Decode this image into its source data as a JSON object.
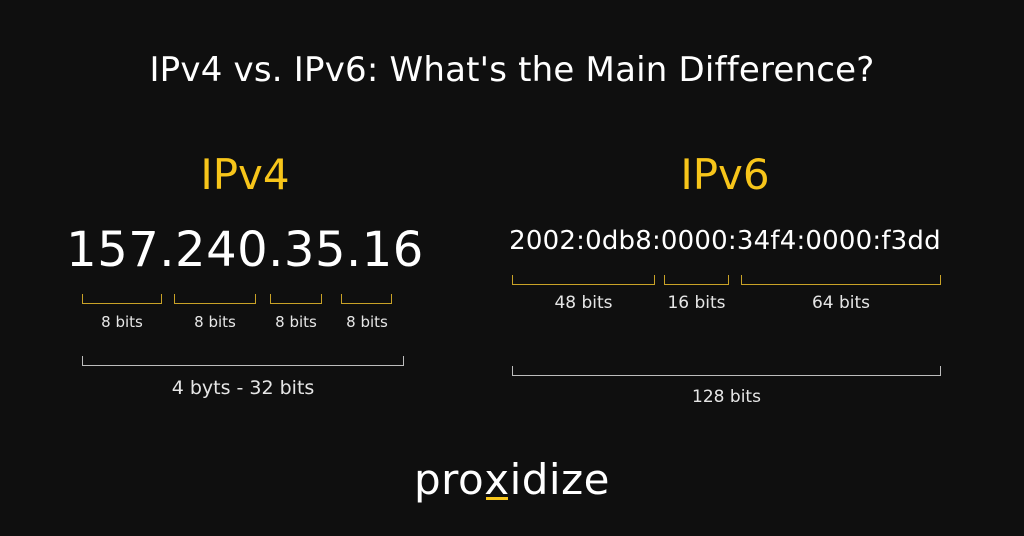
{
  "title": "IPv4 vs. IPv6: What's the Main Difference?",
  "colors": {
    "background": "#0f0f0f",
    "accent": "#f7c51a",
    "text": "#ffffff"
  },
  "ipv4": {
    "heading": "IPv4",
    "address": "157.240.35.16",
    "segments": [
      "8 bits",
      "8 bits",
      "8 bits",
      "8 bits"
    ],
    "total": "4 byts - 32 bits"
  },
  "ipv6": {
    "heading": "IPv6",
    "address": "2002:0db8:0000:34f4:0000:f3dd",
    "segments": [
      "48 bits",
      "16 bits",
      "64 bits"
    ],
    "total": "128 bits"
  },
  "logo": {
    "prefix": "pro",
    "highlight": "x",
    "suffix": "idize"
  }
}
